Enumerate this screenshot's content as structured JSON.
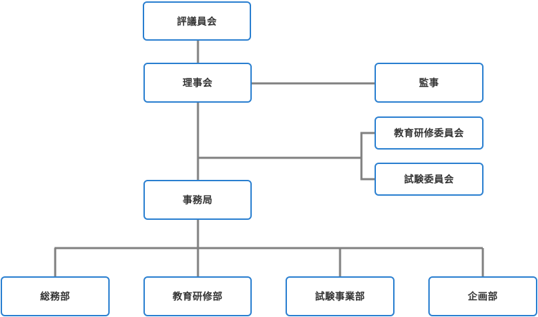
{
  "org_chart": {
    "council": "評議員会",
    "board": "理事会",
    "auditor": "監事",
    "committees": [
      "教育研修委員会",
      "試験委員会"
    ],
    "secretariat": "事務局",
    "departments": [
      "総務部",
      "教育研修部",
      "試験事業部",
      "企画部"
    ]
  },
  "colors": {
    "box_border": "#2a7fd0",
    "connector": "#808080",
    "text": "#333333"
  }
}
